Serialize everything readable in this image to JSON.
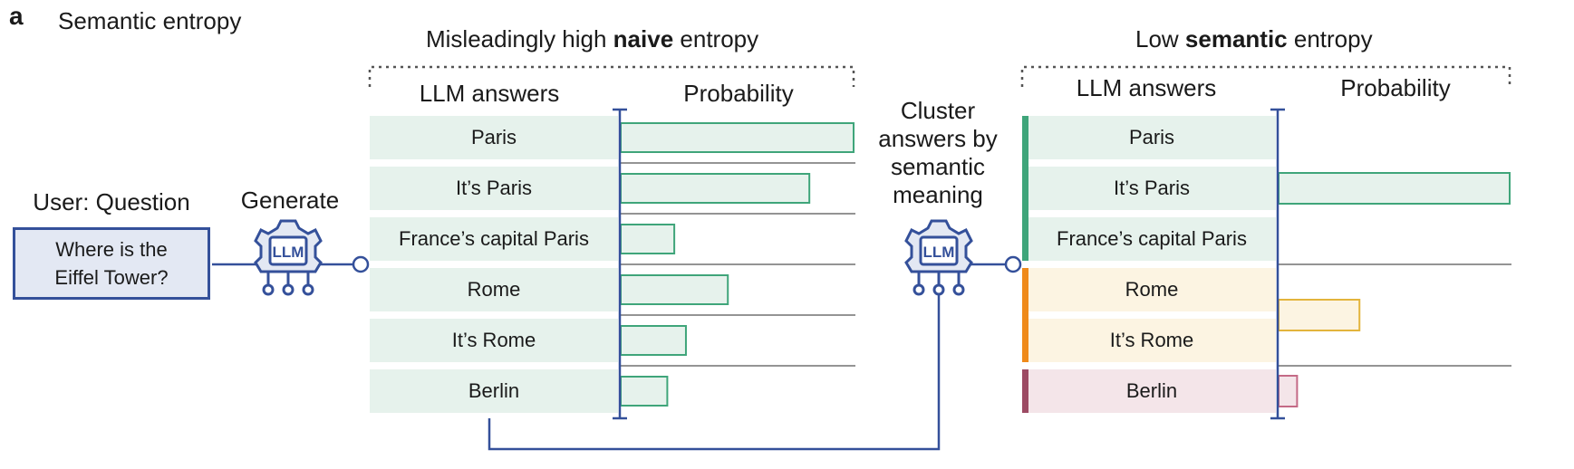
{
  "panel": {
    "letter": "a",
    "title": "Semantic entropy"
  },
  "user": {
    "label": "User: Question",
    "question_line1": "Where is the",
    "question_line2": "Eiffel Tower?"
  },
  "generate": {
    "label": "Generate",
    "icon": "llm-chip-gear-icon",
    "icon_text": "LLM"
  },
  "naive": {
    "heading_pre": "Misleadingly high ",
    "heading_bold": "naive",
    "heading_post": " entropy",
    "col_answers": "LLM answers",
    "col_probability": "Probability",
    "answers": [
      "Paris",
      "It’s Paris",
      "France’s capital Paris",
      "Rome",
      "It’s Rome",
      "Berlin"
    ]
  },
  "cluster": {
    "line1": "Cluster",
    "line2": "answers by",
    "line3": "semantic",
    "line4": "meaning",
    "icon": "llm-chip-gear-icon",
    "icon_text": "LLM"
  },
  "semantic": {
    "heading_pre": "Low ",
    "heading_bold": "semantic",
    "heading_post": " entropy",
    "col_answers": "LLM answers",
    "col_probability": "Probability",
    "answers": [
      "Paris",
      "It’s Paris",
      "France’s capital Paris",
      "Rome",
      "It’s Rome",
      "Berlin"
    ]
  },
  "chart_data": [
    {
      "type": "bar",
      "orientation": "horizontal",
      "categories": [
        "Paris",
        "It’s Paris",
        "France’s capital Paris",
        "Rome",
        "It’s Rome",
        "Berlin"
      ],
      "values": [
        1.0,
        0.81,
        0.23,
        0.46,
        0.28,
        0.2
      ],
      "color": "#3fa57a",
      "fill": "#e6f2ec"
    },
    {
      "type": "bar",
      "orientation": "horizontal",
      "categories": [
        "Paris / It’s Paris / France’s capital Paris",
        "Rome / It’s Rome",
        "Berlin"
      ],
      "values": [
        1.0,
        0.35,
        0.08
      ],
      "colors": [
        "#3fa57a",
        "#e3b43c",
        "#c46a86"
      ],
      "fills": [
        "#e6f2ec",
        "#fcf4e2",
        "#f4e5e9"
      ]
    }
  ],
  "colors": {
    "blue": "#34509a",
    "green": "#3fa57a",
    "orange": "#ef8a1a",
    "maroon": "#9c4a63"
  }
}
